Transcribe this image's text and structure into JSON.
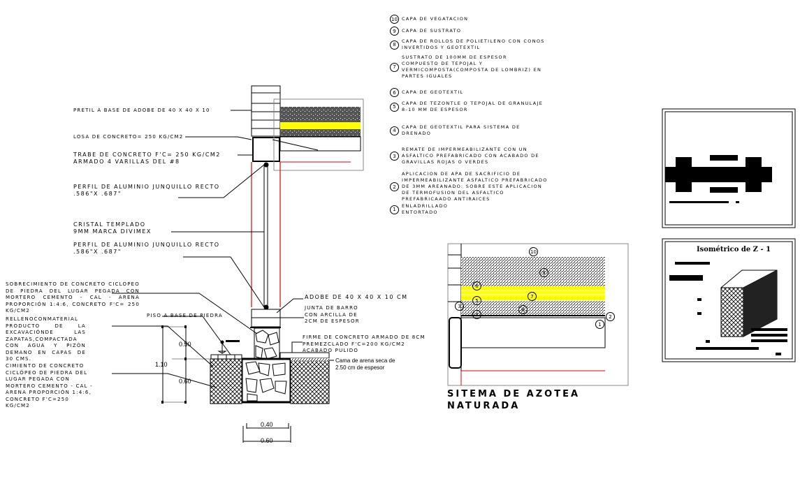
{
  "legend": [
    {
      "num": "10",
      "text": "Capa de vegatacion"
    },
    {
      "num": "9",
      "text": "Capa de sustrato"
    },
    {
      "num": "8",
      "text": "Capa de rollos de polietileno con conos\ninvertidos y geotextil"
    },
    {
      "num": "7",
      "text": "Sustrato de 100mm de espesor\ncompuesto de tepojal y\nvermicomposta(composta de lombriz) en\npartes iguales"
    },
    {
      "num": "6",
      "text": "Capa de geotextil"
    },
    {
      "num": "5",
      "text": "Capa de tezontle o tepojal de granulaje\n8-10 mm de espesor"
    },
    {
      "num": "4",
      "text": "Capa de geotextil para sistema de\ndrenado"
    },
    {
      "num": "3",
      "text": "Remate de impermeabilizante con un\nasfaltico prefabricado con acabado de\ngravillas rojas o verdes"
    },
    {
      "num": "2",
      "text": "Aplicacion de apa de sacrificio de\nimpermeabilizante asfaltico prefabricado\nde 3mm areanado: sobre este aplicacion\nde termofusion del asfaltico\nprefabricaado antiraices"
    },
    {
      "num": "1",
      "text": "Enladrillado\nentortado"
    }
  ],
  "section_labels": {
    "pretil": "pretil a base de adobe de 40 x 40 x 10",
    "losa": "losa de concreto= 250 kg/cm2",
    "trabe": "TRABE DE CONCRETO F'C= 250 kg/cm2\nARMADO 4 VARILLAS DEL #8",
    "perfil_top": "PERFIL DE ALUMINIO JUNQUILLO RECTO\n.586\"X .687\"",
    "cristal": "CRISTAL TEMPLADO\n9MM MARCA DIVIMEX",
    "perfil_bottom": "PERFIL DE ALUMINIO JUNQUILLO RECTO\n.586\"X .687\"",
    "sobrecimiento": "sobrecimiento de concreto ciclopeo de piedra del lugar pegada con mortero cemento - cal - arena proporción 1:4:6, concreto F'c= 250 kg/cm2",
    "relleno": "Rellenoconmaterial producto de la excavaciónde las zapatas,compactada con agua y pizón demano en capas de 30 cms.",
    "cimiento": "Cimiento de concreto ciclópeo de piedra del lugar pegada con mortero cemento - cal - arena proporción 1:4:6, concreto F'c=250 kg/cm2",
    "piso": "Piso a base de piedra",
    "adobe": "Adobe de 40 x 40 x 10 cm",
    "junta": "Junta de barro\ncon arcilla de\n2cm de espesor",
    "firme": "FIRME DE CONCRETO ARMADO DE 8cm\nPREMEZCLADO F'C=200 kg/cm2\nACABADO PULIDO",
    "cama": "Cama de arena seca de\n2.50 cm de espesor"
  },
  "dimensions": {
    "d050": "0.50",
    "d110": "1.10",
    "d060_left": "0.60",
    "d040": "0.40",
    "d060_bottom": "0.60"
  },
  "detail_title": "SITEMA DE AZOTEA\nNATURADA",
  "detail_markers": [
    "10",
    "9",
    "6",
    "7",
    "5",
    "8",
    "4",
    "3",
    "2",
    "1"
  ],
  "isometric_title": "Isométrico de Z - 1",
  "colors": {
    "yellow_layer": "#ffff00",
    "red_line": "#e00000",
    "gravel": "#555555"
  }
}
